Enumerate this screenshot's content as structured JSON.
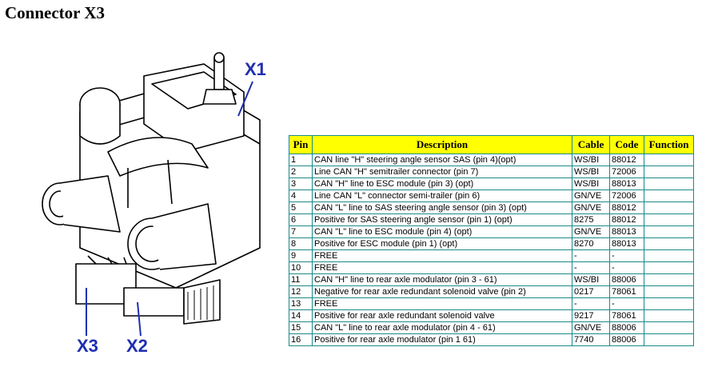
{
  "title": "Connector X3",
  "labels": {
    "x1": "X1",
    "x2": "X2",
    "x3": "X3"
  },
  "table": {
    "headers": [
      "Pin",
      "Description",
      "Cable",
      "Code",
      "Function"
    ],
    "rows": [
      [
        "1",
        "CAN line \"H\" steering angle sensor SAS (pin 4)(opt)",
        "WS/BI",
        "88012",
        ""
      ],
      [
        "2",
        "Line CAN \"H\" semitrailer connector (pin 7)",
        "WS/BI",
        "72006",
        ""
      ],
      [
        "3",
        "CAN \"H\" line to ESC module (pin 3) (opt)",
        "WS/BI",
        "88013",
        ""
      ],
      [
        "4",
        "Line CAN \"L\" connector semi-trailer (pin 6)",
        "GN/VE",
        "72006",
        ""
      ],
      [
        "5",
        "CAN \"L\" line to SAS steering angle sensor (pin 3) (opt)",
        "GN/VE",
        "88012",
        ""
      ],
      [
        "6",
        "Positive for SAS steering angle sensor (pin 1) (opt)",
        "8275",
        "88012",
        ""
      ],
      [
        "7",
        "CAN \"L\" line to ESC module (pin 4) (opt)",
        "GN/VE",
        "88013",
        ""
      ],
      [
        "8",
        "Positive for ESC module (pin 1) (opt)",
        "8270",
        "88013",
        ""
      ],
      [
        "9",
        "FREE",
        "-",
        "-",
        ""
      ],
      [
        "10",
        "FREE",
        "-",
        "-",
        ""
      ],
      [
        "11",
        "CAN \"H\" line to rear axle modulator (pin 3 - 61)",
        "WS/BI",
        "88006",
        ""
      ],
      [
        "12",
        "Negative for rear axle redundant solenoid valve (pin 2)",
        "0217",
        "78061",
        ""
      ],
      [
        "13",
        "FREE",
        "-",
        "-",
        ""
      ],
      [
        "14",
        "Positive for rear axle redundant solenoid valve",
        "9217",
        "78061",
        ""
      ],
      [
        "15",
        "CAN \"L\" line to rear axle modulator (pin 4 - 61)",
        "GN/VE",
        "88006",
        ""
      ],
      [
        "16",
        "Positive for rear axle modulator (pin 1 61)",
        "7740",
        "88006",
        ""
      ]
    ]
  },
  "colors": {
    "header_bg": "#ffff00",
    "grid": "#1a8a8a",
    "callout": "#1f2fb0"
  }
}
